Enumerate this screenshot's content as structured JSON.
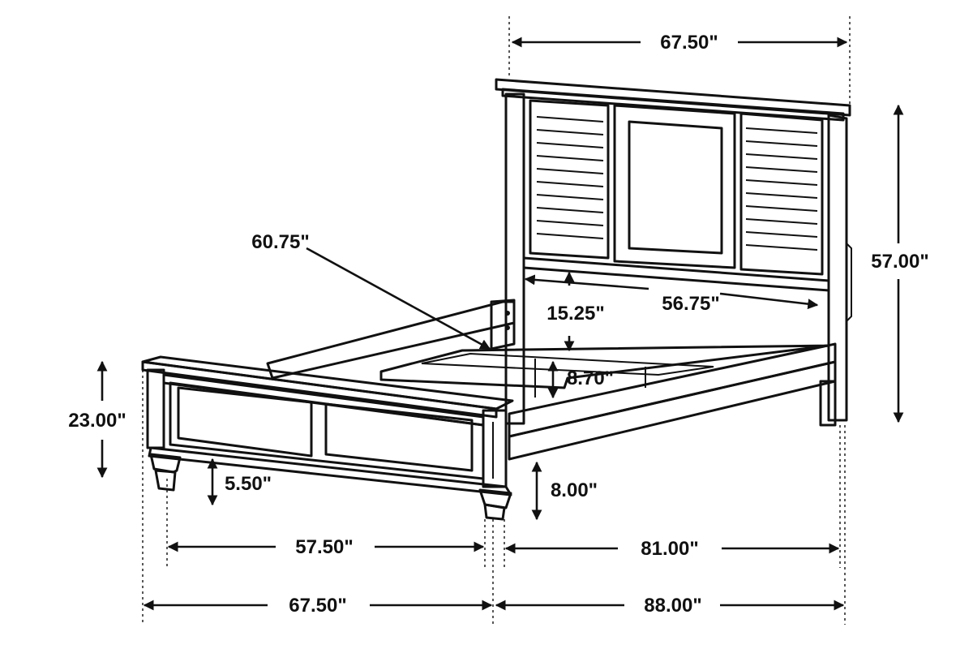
{
  "dimensions": {
    "headboard_width": "67.50\"",
    "headboard_height": "57.00\"",
    "side_rail_diagonal": "60.75\"",
    "headboard_inner_width": "56.75\"",
    "headboard_clearance": "15.25\"",
    "slat_height": "8.70\"",
    "footboard_height": "23.00\"",
    "footboard_clearance": "5.50\"",
    "rail_clearance": "8.00\"",
    "footboard_inner_width": "57.50\"",
    "inner_length": "81.00\"",
    "overall_width": "67.50\"",
    "overall_length": "88.00\""
  }
}
